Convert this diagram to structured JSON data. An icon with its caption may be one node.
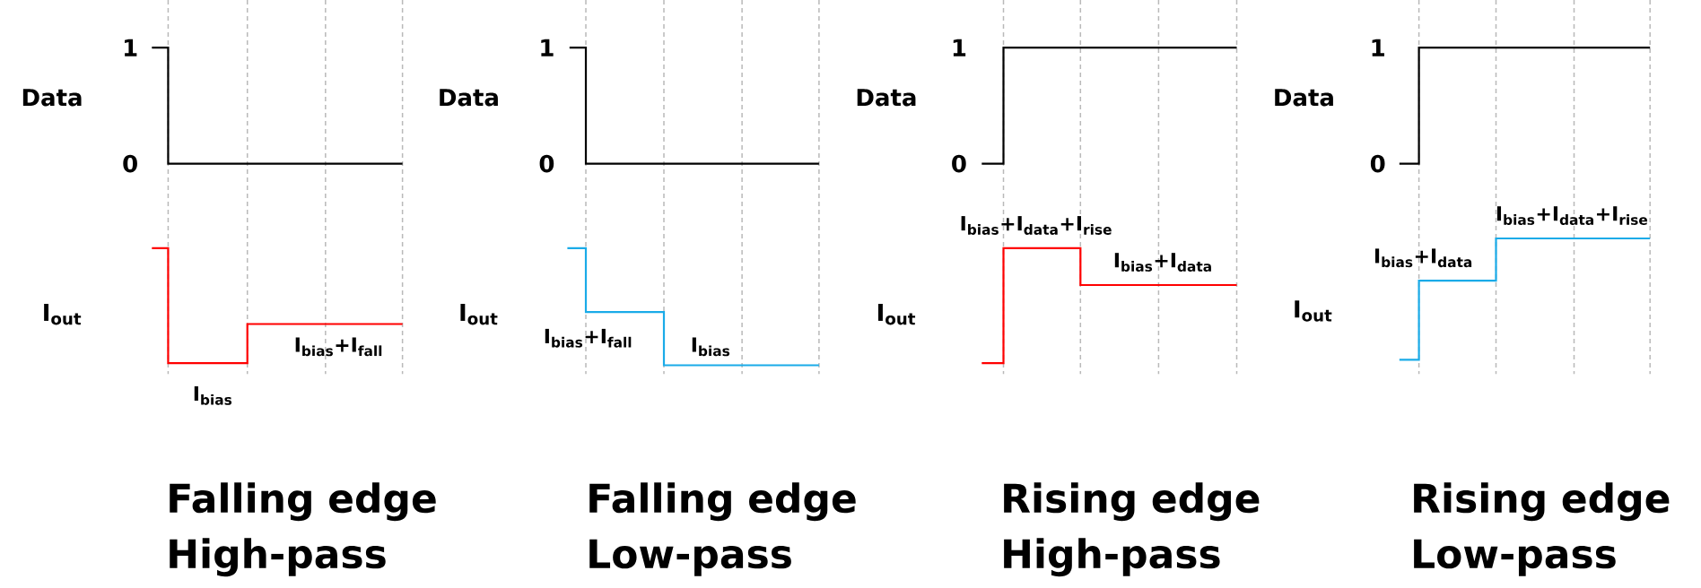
{
  "diagram": {
    "labels": [
      "1",
      "Data",
      "0",
      "I$_{out}$",
      "I$_{bias}$",
      "I$_{bias}$+I$_{fall}$",
      "Falling edge High-pass",
      "1",
      "Data",
      "0",
      "I$_{out}$",
      "I$_{bias}$+I$_{fall}$",
      "I$_{bias}$",
      "Falling edge Low-pass",
      "1",
      "Data",
      "0",
      "I$_{out}$",
      "I$_{bias}$+I$_{data}$+I$_{rise}$",
      "I$_{bias}$+I$_{data}$",
      "Rising edge High-pass",
      "1",
      "Data",
      "0",
      "I$_{out}$",
      "I$_{bias}$+I$_{data}$",
      "I$_{bias}$+I$_{data}$+I$_{rise}$",
      "Rising edge Low-pass"
    ]
  }
}
